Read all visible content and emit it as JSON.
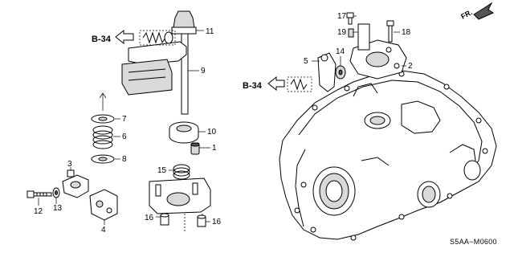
{
  "diagram_code": "S5AA−M0600",
  "front_indicator": "FR.",
  "references": [
    {
      "id": "ref-b34-top",
      "label": "B-34"
    },
    {
      "id": "ref-b34-mid",
      "label": "B-34"
    }
  ],
  "callouts": [
    {
      "id": "1",
      "label": "1"
    },
    {
      "id": "2",
      "label": "2"
    },
    {
      "id": "3",
      "label": "3"
    },
    {
      "id": "4",
      "label": "4"
    },
    {
      "id": "5",
      "label": "5"
    },
    {
      "id": "6",
      "label": "6"
    },
    {
      "id": "7",
      "label": "7"
    },
    {
      "id": "8",
      "label": "8"
    },
    {
      "id": "9",
      "label": "9"
    },
    {
      "id": "10",
      "label": "10"
    },
    {
      "id": "11",
      "label": "11"
    },
    {
      "id": "12",
      "label": "12"
    },
    {
      "id": "13",
      "label": "13"
    },
    {
      "id": "14",
      "label": "14"
    },
    {
      "id": "15",
      "label": "15"
    },
    {
      "id": "16a",
      "label": "16"
    },
    {
      "id": "16b",
      "label": "16"
    },
    {
      "id": "17",
      "label": "17"
    },
    {
      "id": "18",
      "label": "18"
    },
    {
      "id": "19",
      "label": "19"
    }
  ]
}
